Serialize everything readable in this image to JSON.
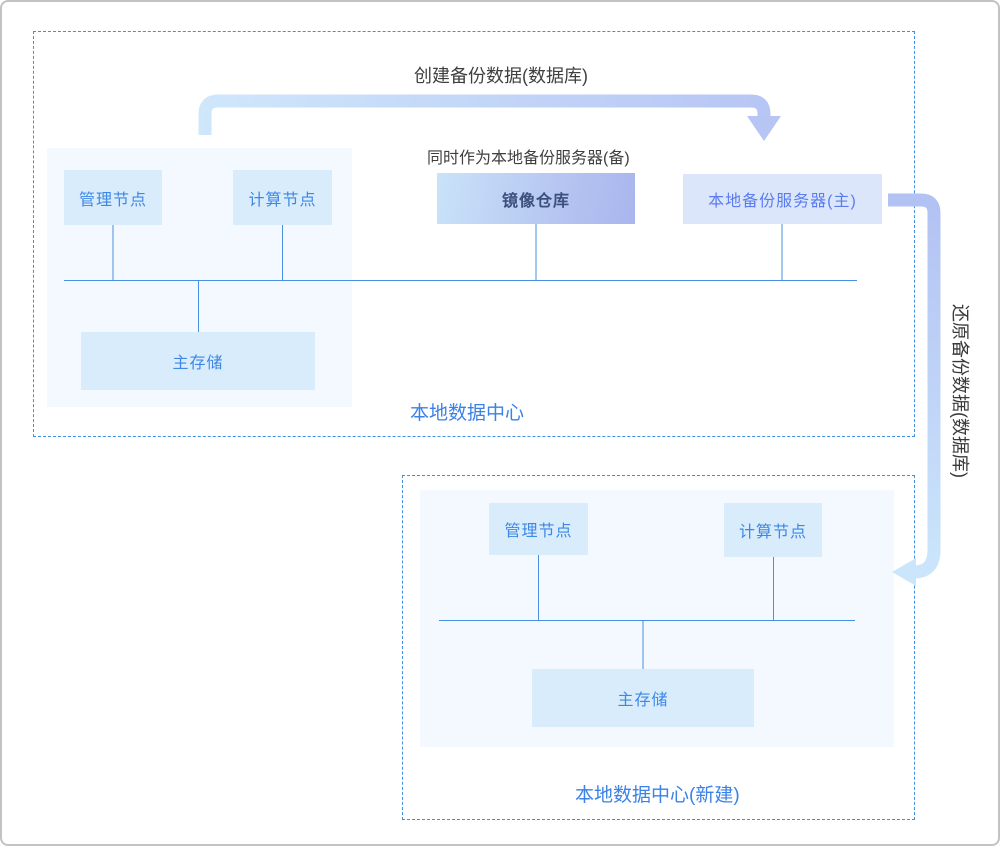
{
  "flows": {
    "create_backup_label": "创建备份数据(数据库)",
    "mirror_note": "同时作为本地备份服务器(备)",
    "restore_backup_label": "还原备份数据(数据库)"
  },
  "dc1": {
    "title": "本地数据中心",
    "nodes": {
      "mgmt": "管理节点",
      "compute": "计算节点",
      "mirror": "镜像仓库",
      "backup_primary": "本地备份服务器(主)",
      "storage": "主存储"
    }
  },
  "dc2": {
    "title": "本地数据中心(新建)",
    "nodes": {
      "mgmt": "管理节点",
      "compute": "计算节点",
      "storage": "主存储"
    }
  },
  "colors": {
    "node_bg": "#d8ecfb",
    "node_text": "#3e87e6",
    "mirror_gradient_start": "#c9e3f9",
    "mirror_gradient_end": "#a9b6ee",
    "mirror_text": "#3c4f7d",
    "backup_server_bg": "#dbe6fa",
    "backup_server_text": "#5b7cf0",
    "panel_bg": "#f3f9fe",
    "dashed_border": "#3f8fe8",
    "connector_line": "#4a90e2",
    "arrow_light_blue": "#cfe7fb",
    "arrow_periwinkle": "#b6c5f4",
    "dc_title_blue": "#3b82e8",
    "flow_text_dark": "#3f3f3f"
  }
}
